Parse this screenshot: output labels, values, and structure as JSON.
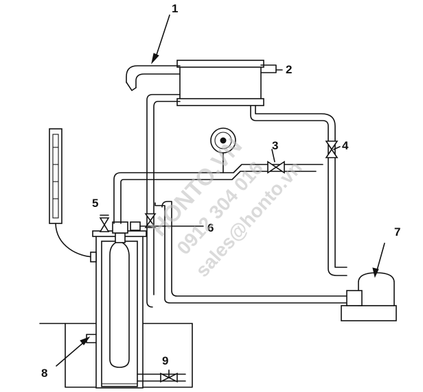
{
  "callouts": {
    "n1": "1",
    "n2": "2",
    "n3": "3",
    "n4": "4",
    "n5": "5",
    "n6": "6",
    "n7": "7",
    "n8": "8",
    "n9": "9"
  },
  "watermark": {
    "line1": "HONTO.VN",
    "line2": "0912 304 016",
    "line3": "sales@honto.vn"
  }
}
